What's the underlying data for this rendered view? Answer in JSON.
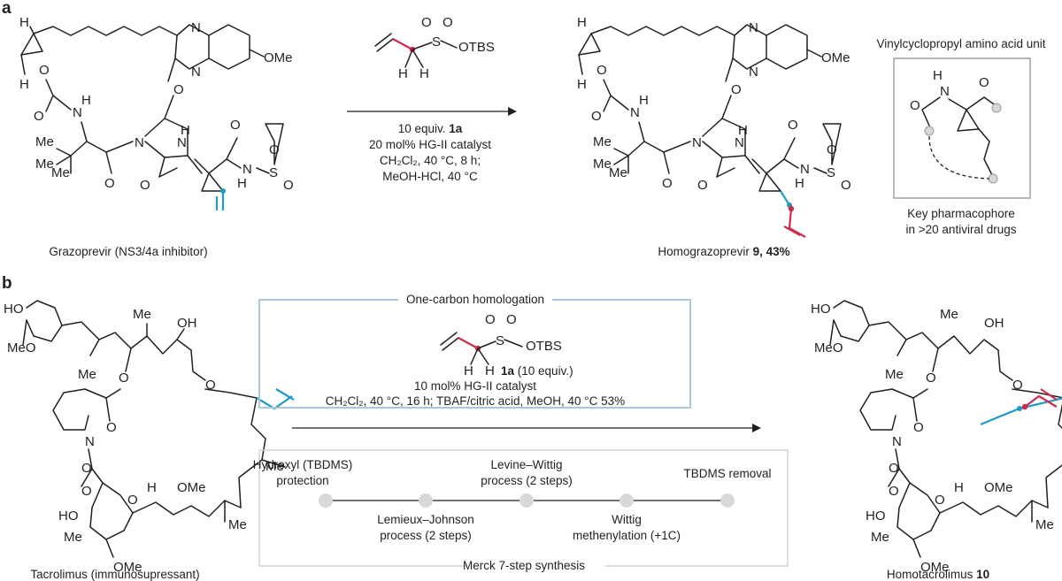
{
  "colors": {
    "text": "#231f20",
    "highlight_blue": "#1f9bc6",
    "highlight_red": "#d12a4f",
    "box_blue": "#a9c9d9",
    "box_grey": "#9a9a9a",
    "node_grey": "#d8d8d8"
  },
  "panel_a": {
    "letter": "a",
    "grazoprevir_name": "Grazoprevir (NS3/4a inhibitor)",
    "reagent": "OTBS",
    "reagent_H1": "H",
    "reagent_H2": "H",
    "cond_line1_pre": "10 equiv. ",
    "cond_line1_bold": "1a",
    "cond_line2": "20 mol% HG-II catalyst",
    "cond_line3": "CH₂Cl₂, 40 °C, 8 h;",
    "cond_line4": "MeOH-HCl, 40 °C",
    "product_name_pre": "Homograzoprevir ",
    "product_name_bold": "9",
    "product_yield": ", 43%",
    "unit_title": "Vinylcyclopropyl amino acid unit",
    "pharm_line1": "Key pharmacophore",
    "pharm_line2": "in >20 antiviral drugs"
  },
  "panel_b": {
    "letter": "b",
    "box_title": "One-carbon homologation",
    "reagent": "OTBS",
    "reagent_H1": "H",
    "reagent_H2": "H",
    "reagent_label_bold": "1a",
    "reagent_label_rest": " (10 equiv.)",
    "cond_line1": "10 mol% HG-II catalyst",
    "cond_line2": "CH₂Cl₂, 40 °C, 16 h; TBAF/citric acid, MeOH, 40 °C 53%",
    "tacrolimus_name": "Tacrolimus (immunosupressant)",
    "product_name_pre": "Homotacrolimus ",
    "product_name_bold": "10",
    "merck_steps": [
      {
        "line1": "Hydroxyl (TBDMS)",
        "line2": "protection"
      },
      {
        "line1": "Lemieux–Johnson",
        "line2": "process (2 steps)"
      },
      {
        "line1": "Levine–Wittig",
        "line2": "process (2 steps)"
      },
      {
        "line1": "Wittig",
        "line2": "methenylation (+1C)"
      },
      {
        "line1": "TBDMS removal",
        "line2": ""
      }
    ],
    "merck_label": "Merck 7-step synthesis"
  }
}
